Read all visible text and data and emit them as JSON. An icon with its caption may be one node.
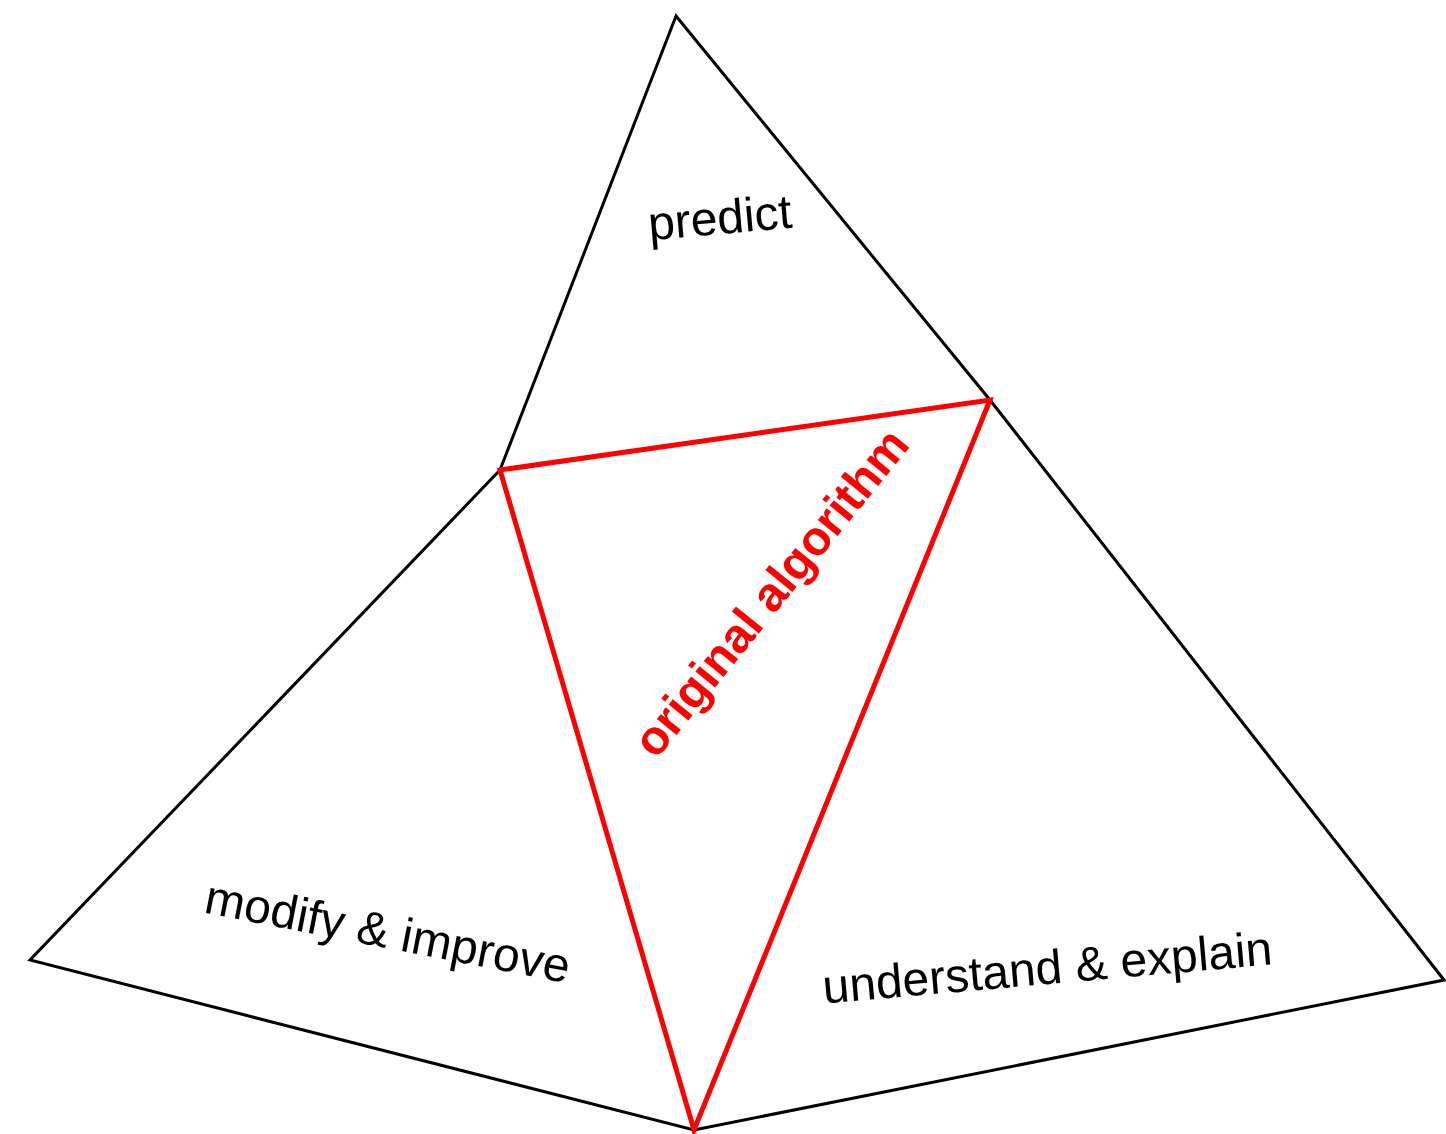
{
  "diagram": {
    "nodes": [
      {
        "text": [
          "predict"
        ]
      },
      {
        "text": [
          "original algorithm"
        ]
      },
      {
        "text": [
          "modify & improve"
        ]
      },
      {
        "text": [
          "understand & explain"
        ]
      }
    ]
  }
}
